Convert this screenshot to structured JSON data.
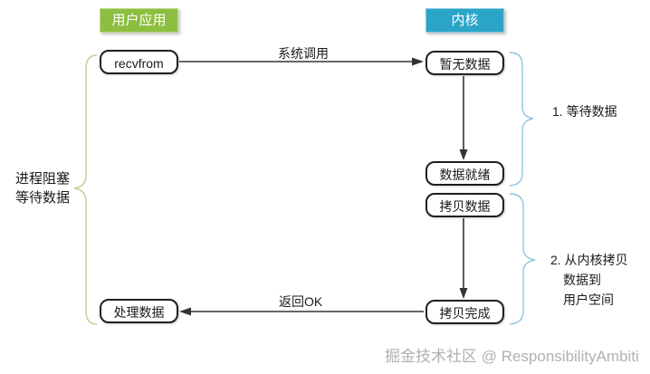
{
  "header": {
    "user_app_label": "用户应用",
    "kernel_label": "内核"
  },
  "nodes": {
    "recvfrom": "recvfrom",
    "no_data": "暂无数据",
    "data_ready": "数据就绪",
    "copy_data": "拷贝数据",
    "copy_done": "拷贝完成",
    "process_data": "处理数据"
  },
  "arrows": {
    "system_call_label": "系统调用",
    "return_ok_label": "返回OK"
  },
  "annotations": {
    "left_line1": "进程阻塞",
    "left_line2": "等待数据",
    "step1_label": "1. 等待数据",
    "step2_line1": "2. 从内核拷贝",
    "step2_line2": "数据到",
    "step2_line3": "用户空间"
  },
  "watermark": "掘金技术社区 @ ResponsibilityAmbiti",
  "colors": {
    "user_app_bg": "#8cbe3f",
    "kernel_bg": "#2aa5c8",
    "brace_left": "#c6cc8c",
    "brace_right": "#8fc6de",
    "line": "#333333",
    "watermark": "#b0b0b0"
  }
}
